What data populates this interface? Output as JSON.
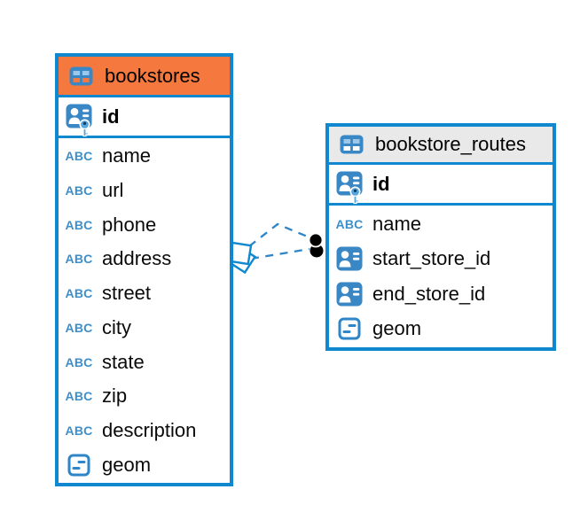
{
  "canvas": {
    "background": "#FFFFFF"
  },
  "diagram": {
    "colors": {
      "table_border": "#1088D0",
      "icon_blue": "#3A87C6",
      "icon_cell_light": "#9CC7E8",
      "text_icon_blue": "#3E8FC9",
      "connector_blue": "#2E86C9",
      "bookstores_header_bg": "#F5793E",
      "routes_header_bg": "#E9E9E9",
      "endpoint_black": "#000000"
    },
    "icons": {
      "text_icon_label": "ABC"
    },
    "tables": [
      {
        "name": "bookstores",
        "icon": "table-icon",
        "header_bg": "#F5793E",
        "primary_key": {
          "name": "id",
          "icon": "person-id-key-icon"
        },
        "columns": [
          {
            "name": "name",
            "icon": "text-abc-icon"
          },
          {
            "name": "url",
            "icon": "text-abc-icon"
          },
          {
            "name": "phone",
            "icon": "text-abc-icon"
          },
          {
            "name": "address",
            "icon": "text-abc-icon"
          },
          {
            "name": "street",
            "icon": "text-abc-icon"
          },
          {
            "name": "city",
            "icon": "text-abc-icon"
          },
          {
            "name": "state",
            "icon": "text-abc-icon"
          },
          {
            "name": "zip",
            "icon": "text-abc-icon"
          },
          {
            "name": "description",
            "icon": "text-abc-icon"
          },
          {
            "name": "geom",
            "icon": "geometry-icon"
          }
        ]
      },
      {
        "name": "bookstore_routes",
        "icon": "table-icon",
        "header_bg": "#E9E9E9",
        "primary_key": {
          "name": "id",
          "icon": "person-id-key-icon"
        },
        "columns": [
          {
            "name": "name",
            "icon": "text-abc-icon"
          },
          {
            "name": "start_store_id",
            "icon": "person-id-icon"
          },
          {
            "name": "end_store_id",
            "icon": "person-id-icon"
          },
          {
            "name": "geom",
            "icon": "geometry-icon"
          }
        ]
      }
    ],
    "relationship": {
      "type": "foreign-key-link",
      "line_style": "dashed",
      "line_count": 2,
      "source_endpoint": "overlapping-diamonds",
      "target_endpoint": "overlapping-dots",
      "color": "#2E86C9"
    }
  }
}
